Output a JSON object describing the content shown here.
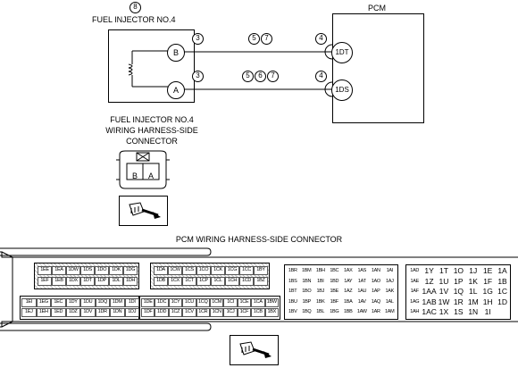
{
  "injector": {
    "badge": "8",
    "title": "FUEL INJECTOR NO.4",
    "pin_b": "B",
    "pin_a": "A",
    "caption_line1": "FUEL INJECTOR NO.4",
    "caption_line2": "WIRING HARNESS-SIDE",
    "caption_line3": "CONNECTOR",
    "conn_b": "B",
    "conn_a": "A"
  },
  "pcm": {
    "title": "PCM",
    "terminal_top": "1DT",
    "terminal_bottom": "1DS"
  },
  "wires": {
    "top_left_circle": "3",
    "top_mid_circles": "5 7",
    "top_right_circle": "4",
    "bottom_left_circle": "3",
    "bottom_mid_circles": "5 6 7",
    "bottom_right_circle": "4"
  },
  "pcm_connector": {
    "title": "PCM WIRING HARNESS-SIDE CONNECTOR",
    "block1_top": [
      "1EE",
      "1EA",
      "1DW",
      "1DS",
      "1DO",
      "1DK",
      "1DG"
    ],
    "block1_bottom": [
      "1EF",
      "1EB",
      "1DX",
      "1DT",
      "1DP",
      "1DL",
      "1DH"
    ],
    "block2_top": [
      "1DA",
      "1CW",
      "1CS",
      "1CO",
      "1CK",
      "1CG",
      "1CC",
      "1BY"
    ],
    "block2_bottom": [
      "1DB",
      "1CX",
      "1CT",
      "1CP",
      "1CL",
      "1CH",
      "1CD",
      "1BZ"
    ],
    "block3_row1": [
      "1EI",
      "1EG",
      "1EC",
      "1DY",
      "1DU",
      "1DQ",
      "1DM",
      "1DI"
    ],
    "block3_row2": [
      "1EJ",
      "1EH",
      "1ED",
      "1DZ",
      "1DV",
      "1DR",
      "1DN",
      "1DJ"
    ],
    "block4_row1": [
      "1DE",
      "1DC",
      "1CY",
      "1CU",
      "1CQ",
      "1CM",
      "1CI",
      "1CE",
      "1CA",
      "1BW"
    ],
    "block4_row2": [
      "1DF",
      "1DD",
      "1CZ",
      "1CV",
      "1CR",
      "1CN",
      "1CJ",
      "1CF",
      "1CB",
      "1BX"
    ],
    "block5_rows": [
      [
        "1BR",
        "1BM",
        "1BH",
        "1BC",
        "1AX",
        "1AS",
        "1AN",
        "1AI"
      ],
      [
        "1BS",
        "1BN",
        "1BI",
        "1BD",
        "1AY",
        "1AT",
        "1AO",
        "1AJ"
      ],
      [
        "1BT",
        "1BO",
        "1BJ",
        "1BE",
        "1AZ",
        "1AU",
        "1AP",
        "1AK"
      ],
      [
        "1BU",
        "1BP",
        "1BK",
        "1BF",
        "1BA",
        "1AV",
        "1AQ",
        "1AL"
      ],
      [
        "1BV",
        "1BQ",
        "1BL",
        "1BG",
        "1BB",
        "1AW",
        "1AR",
        "1AM"
      ]
    ],
    "block6_rows": [
      [
        "1AD",
        "1Y",
        "1T",
        "1O",
        "1J",
        "1E",
        "1A"
      ],
      [
        "1AE",
        "1Z",
        "1U",
        "1P",
        "1K",
        "1F",
        "1B"
      ],
      [
        "1AF",
        "1AA",
        "1V",
        "1Q",
        "1L",
        "1G",
        "1C"
      ],
      [
        "1AG",
        "1AB",
        "1W",
        "1R",
        "1M",
        "1H",
        "1D"
      ],
      [
        "1AH",
        "1AC",
        "1X",
        "1S",
        "1N",
        "1I",
        ""
      ]
    ]
  }
}
